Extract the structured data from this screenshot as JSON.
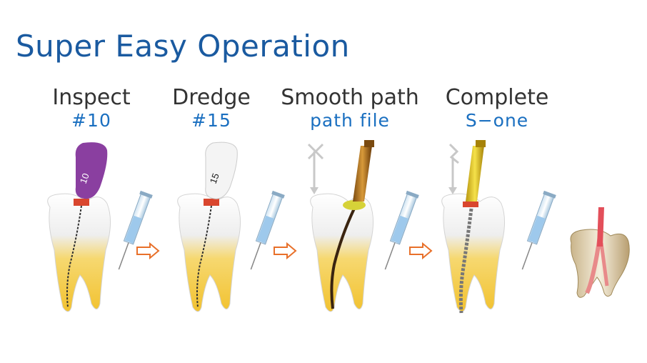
{
  "title": "Super Easy Operation",
  "steps": [
    {
      "name": "Inspect",
      "sub": "#10",
      "file_label": "10",
      "handle_color": "#8a3fa0"
    },
    {
      "name": "Dredge",
      "sub": "#15",
      "file_label": "15",
      "handle_color": "#f4f4f4"
    },
    {
      "name": "Smooth path",
      "sub": "path file",
      "handle_color": "#b8741f"
    },
    {
      "name": "Complete",
      "sub": "S−one",
      "handle_color": "#d9b820"
    }
  ],
  "colors": {
    "title": "#1a5aa0",
    "subtitle": "#1a6fc0",
    "arrow": "#e8702a",
    "tooth_root": "#f2c230",
    "stopper": "#d9462e"
  }
}
